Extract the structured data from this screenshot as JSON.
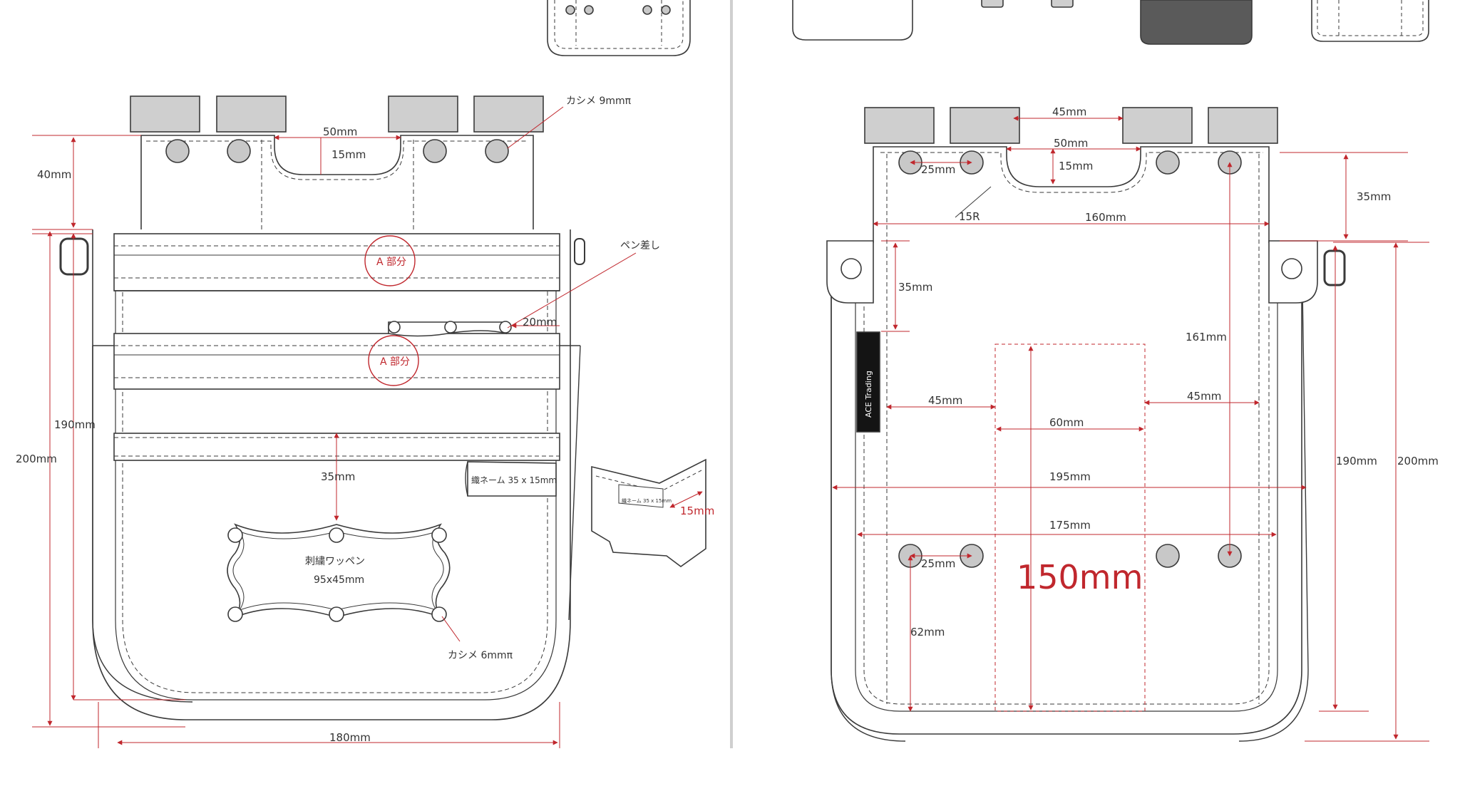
{
  "left": {
    "labels": {
      "rivet_9": "カシメ 9mmπ",
      "pen_holder": "ペン差し",
      "part_a_1": "A 部分",
      "part_a_2": "A 部分",
      "woven_name": "織ネーム 35 x 15mm",
      "woven_name_small": "織ネーム 35 x 15mm",
      "patch_1": "刺繍ワッペン",
      "patch_2": "95x45mm",
      "rivet_6": "カシメ 6mmπ"
    },
    "dims": {
      "d50": "50mm",
      "d15": "15mm",
      "d40": "40mm",
      "d20": "20mm",
      "d35": "35mm",
      "d190": "190mm",
      "d200": "200mm",
      "d180": "180mm",
      "d15b": "15mm"
    }
  },
  "right": {
    "labels": {
      "brand": "ACE Trading",
      "r15": "15R"
    },
    "dims": {
      "d45top": "45mm",
      "d50": "50mm",
      "d15": "15mm",
      "d25a": "25mm",
      "d160": "160mm",
      "d35a": "35mm",
      "d35b": "35mm",
      "d161": "161mm",
      "d45l": "45mm",
      "d45r": "45mm",
      "d60": "60mm",
      "d195": "195mm",
      "d175": "175mm",
      "d25b": "25mm",
      "d150": "150mm",
      "d62": "62mm",
      "d190": "190mm",
      "d200": "200mm"
    }
  },
  "colors": {
    "line": "#3a3a3a",
    "dim": "#c0272d",
    "strap": "#cfcfcf",
    "rivet": "#c8c8c8",
    "dark_panel": "#5a5a5a"
  }
}
